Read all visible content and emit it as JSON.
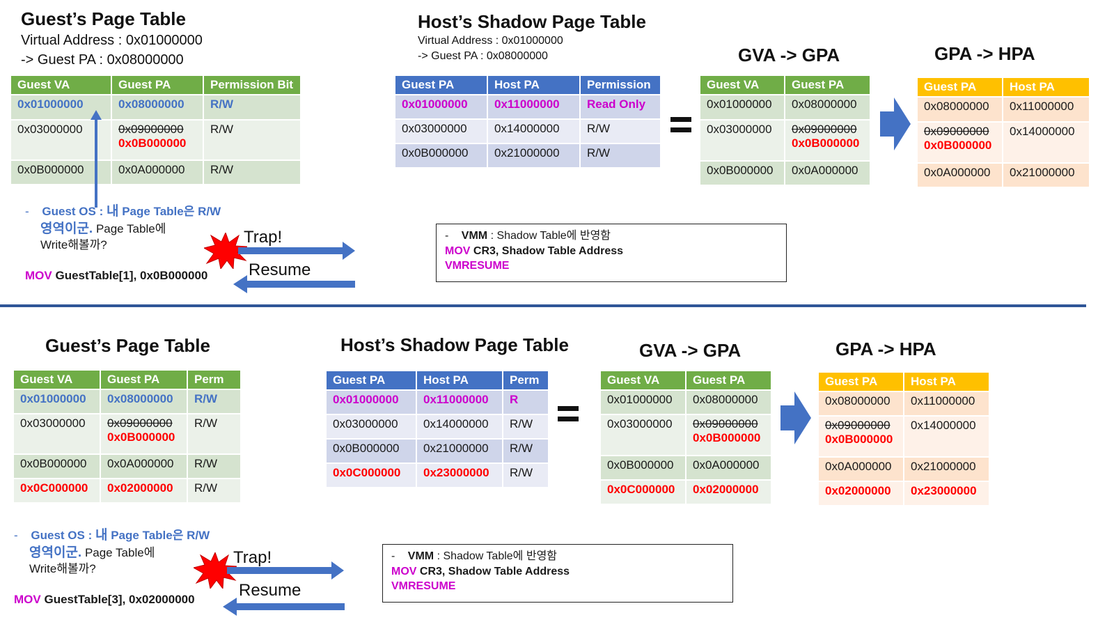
{
  "top": {
    "guest_title": "Guest’s Page Table",
    "guest_va_line": "Virtual Address  : 0x01000000",
    "guest_pa_line": "-> Guest PA : 0x08000000",
    "guest_table": {
      "headers": [
        "Guest VA",
        "Guest PA",
        "Permission Bit"
      ],
      "rows": [
        {
          "va": "0x01000000",
          "pa": "0x08000000",
          "perm": "R/W"
        },
        {
          "va": "0x03000000",
          "pa_old": "0x09000000",
          "pa_new": "0x0B000000",
          "perm": "R/W"
        },
        {
          "va": "0x0B000000",
          "pa": "0x0A000000",
          "perm": "R/W"
        }
      ]
    },
    "host_title": "Host’s Shadow Page Table",
    "host_va_line": "Virtual Address  : 0x01000000",
    "host_pa_line": "-> Guest PA : 0x08000000",
    "host_table": {
      "headers": [
        "Guest PA",
        "Host PA",
        "Permission"
      ],
      "rows": [
        {
          "gpa": "0x01000000",
          "hpa": "0x11000000",
          "perm": "Read Only"
        },
        {
          "gpa": "0x03000000",
          "hpa": "0x14000000",
          "perm": "R/W"
        },
        {
          "gpa": "0x0B000000",
          "hpa": "0x21000000",
          "perm": "R/W"
        }
      ]
    },
    "gva_gpa_title": "GVA -> GPA",
    "gva_gpa_table": {
      "headers": [
        "Guest VA",
        "Guest PA"
      ],
      "rows": [
        {
          "va": "0x01000000",
          "pa": "0x08000000"
        },
        {
          "va": "0x03000000",
          "pa_old": "0x09000000",
          "pa_new": "0x0B000000"
        },
        {
          "va": "0x0B000000",
          "pa": "0x0A000000"
        }
      ]
    },
    "gpa_hpa_title": "GPA -> HPA",
    "gpa_hpa_table": {
      "headers": [
        "Guest PA",
        "Host PA"
      ],
      "rows": [
        {
          "gpa": "0x08000000",
          "hpa": "0x11000000"
        },
        {
          "gpa_old": "0x09000000",
          "gpa_new": "0x0B000000",
          "hpa": "0x14000000"
        },
        {
          "gpa": "0x0A000000",
          "hpa": "0x21000000"
        }
      ]
    },
    "note_dash": "-",
    "note_guest_os": "Guest OS :",
    "note_kr1": "내",
    "note_pt": "Page Table은 R/W",
    "note_kr2": "영역이군.",
    "note_rest1": "Page Table에",
    "note_rest2": "Write해볼까?",
    "cmd_op": "MOV",
    "cmd_args": "GuestTable[1], 0x0B000000",
    "trap_label": "Trap!",
    "resume_label": "Resume",
    "vmm_dash": "-",
    "vmm_name": "VMM",
    "vmm_text": ": Shadow Table에 반영함",
    "vmm_mov": "MOV",
    "vmm_mov_args": "CR3, Shadow Table Address",
    "vmm_resume": "VMRESUME"
  },
  "bottom": {
    "guest_title": "Guest’s Page Table",
    "guest_table": {
      "headers": [
        "Guest VA",
        "Guest PA",
        "Perm"
      ],
      "rows": [
        {
          "va": "0x01000000",
          "pa": "0x08000000",
          "perm": "R/W"
        },
        {
          "va": "0x03000000",
          "pa_old": "0x09000000",
          "pa_new": "0x0B000000",
          "perm": "R/W"
        },
        {
          "va": "0x0B000000",
          "pa": "0x0A000000",
          "perm": "R/W"
        },
        {
          "va": "0x0C000000",
          "pa": "0x02000000",
          "perm": "R/W"
        }
      ]
    },
    "host_title": "Host’s Shadow Page Table",
    "host_table": {
      "headers": [
        "Guest PA",
        "Host PA",
        "Perm"
      ],
      "rows": [
        {
          "gpa": "0x01000000",
          "hpa": "0x11000000",
          "perm": "R"
        },
        {
          "gpa": "0x03000000",
          "hpa": "0x14000000",
          "perm": "R/W"
        },
        {
          "gpa": "0x0B000000",
          "hpa": "0x21000000",
          "perm": "R/W"
        },
        {
          "gpa": "0x0C000000",
          "hpa": "0x23000000",
          "perm": "R/W"
        }
      ]
    },
    "gva_gpa_title": "GVA -> GPA",
    "gva_gpa_table": {
      "headers": [
        "Guest VA",
        "Guest PA"
      ],
      "rows": [
        {
          "va": "0x01000000",
          "pa": "0x08000000"
        },
        {
          "va": "0x03000000",
          "pa_old": "0x09000000",
          "pa_new": "0x0B000000"
        },
        {
          "va": "0x0B000000",
          "pa": "0x0A000000"
        },
        {
          "va": "0x0C000000",
          "pa": "0x02000000"
        }
      ]
    },
    "gpa_hpa_title": "GPA -> HPA",
    "gpa_hpa_table": {
      "headers": [
        "Guest PA",
        "Host PA"
      ],
      "rows": [
        {
          "gpa": "0x08000000",
          "hpa": "0x11000000"
        },
        {
          "gpa_old": "0x09000000",
          "gpa_new": "0x0B000000",
          "hpa": "0x14000000"
        },
        {
          "gpa": "0x0A000000",
          "hpa": "0x21000000"
        },
        {
          "gpa": "0x02000000",
          "hpa": "0x23000000"
        }
      ]
    },
    "note_dash": "-",
    "note_guest_os": "Guest OS :",
    "note_kr1": "내",
    "note_pt": "Page Table은 R/W",
    "note_kr2": "영역이군.",
    "note_rest1": "Page Table에",
    "note_rest2": "Write해볼까?",
    "cmd_op": "MOV",
    "cmd_args": "GuestTable[3], 0x02000000",
    "trap_label": "Trap!",
    "resume_label": "Resume",
    "vmm_dash": "-",
    "vmm_name": "VMM",
    "vmm_text": ": Shadow Table에 반영함",
    "vmm_mov": "MOV",
    "vmm_mov_args": "CR3, Shadow Table Address",
    "vmm_resume": "VMRESUME"
  },
  "colors": {
    "green_header": "#70ad47",
    "blue_header": "#4472c4",
    "orange_header": "#ffc000",
    "highlight_blue": "#4472c4",
    "highlight_red": "#ff0000",
    "highlight_magenta": "#cc00cc",
    "trap_burst": "#ff0000",
    "divider": "#2f5597"
  }
}
